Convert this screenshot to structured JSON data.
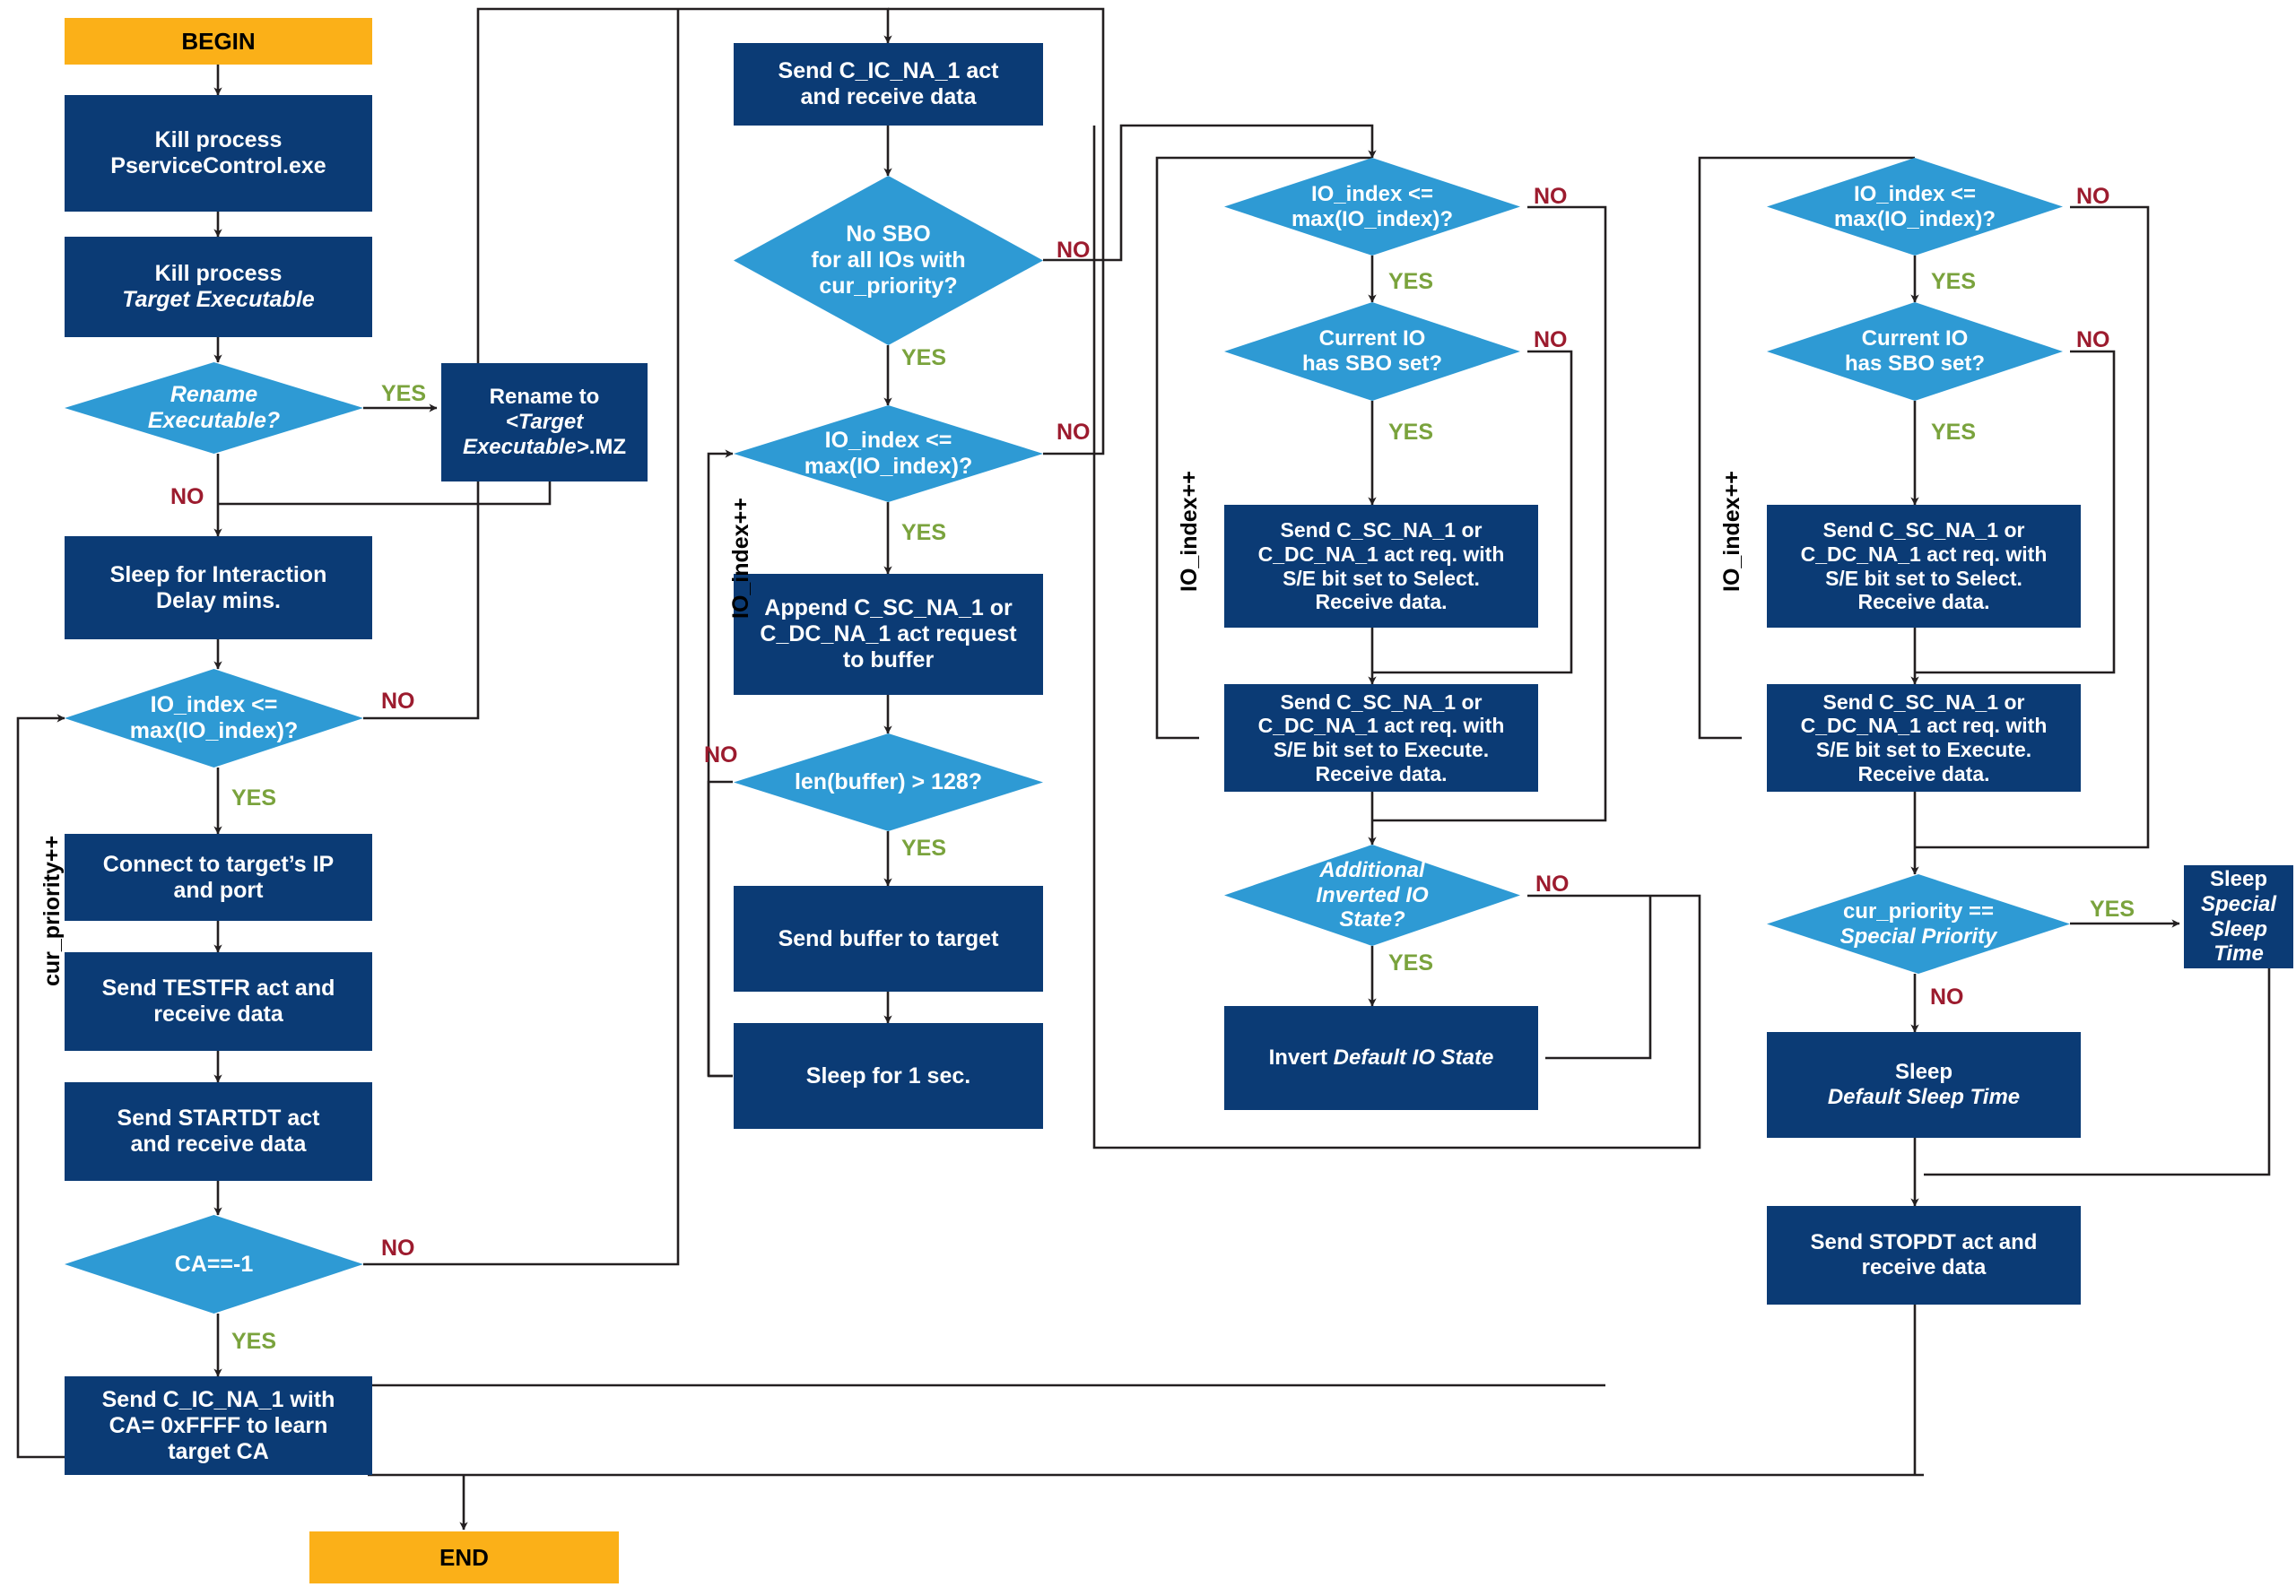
{
  "diagram": {
    "title": "IEC 60870-5-104 attack tool control flow",
    "colors": {
      "process_fill": "#0b3b75",
      "decision_fill": "#2e9ad4",
      "terminator_fill": "#fbb018",
      "no_label": "#9c1b2e",
      "yes_label": "#7aa33d",
      "edge": "#231f20",
      "background": "#ffffff"
    },
    "edge_labels": {
      "yes": "YES",
      "no": "NO"
    },
    "loop_labels": {
      "cur_priority": "cur_priority++",
      "io_index": "IO_index++"
    },
    "nodes": {
      "begin": {
        "kind": "terminator",
        "text": "BEGIN"
      },
      "kill_pservice": {
        "kind": "process",
        "line1": "Kill process",
        "line2": "PserviceControl.exe"
      },
      "kill_target": {
        "kind": "process",
        "line1": "Kill process",
        "line2": "Target Executable",
        "line2_italic": true
      },
      "rename_q": {
        "kind": "decision",
        "line1": "Rename",
        "line2": "Executable?",
        "italic": true
      },
      "rename_to": {
        "kind": "process",
        "line1": "Rename to",
        "line2": "<Target",
        "line3": "Executable>",
        "line3_suffix": ".MZ",
        "italic_lines": true
      },
      "sleep_interaction": {
        "kind": "process",
        "line1": "Sleep for Interaction",
        "line2": "Delay mins."
      },
      "io_index_q1": {
        "kind": "decision",
        "line1": "IO_index <=",
        "line2": "max(IO_index)?"
      },
      "connect": {
        "kind": "process",
        "line1": "Connect to target’s IP",
        "line2": "and port"
      },
      "testfr": {
        "kind": "process",
        "line1": "Send TESTFR act and",
        "line2": "receive data"
      },
      "startdt": {
        "kind": "process",
        "line1": "Send STARTDT act",
        "line2": "and receive data"
      },
      "ca_q": {
        "kind": "decision",
        "line1": "CA==-1"
      },
      "learn_ca": {
        "kind": "process",
        "line1": "Send C_IC_NA_1 with",
        "line2": "CA= 0xFFFF to learn",
        "line3": "target CA"
      },
      "end": {
        "kind": "terminator",
        "text": "END"
      },
      "send_cic": {
        "kind": "process",
        "line1": "Send C_IC_NA_1 act",
        "line2": "and receive data"
      },
      "no_sbo_q": {
        "kind": "decision",
        "line1": "No SBO",
        "line2": "for all IOs with",
        "line3": "cur_priority?"
      },
      "io_index_q2": {
        "kind": "decision",
        "line1": "IO_index <=",
        "line2": "max(IO_index)?"
      },
      "append_buf": {
        "kind": "process",
        "line1": "Append C_SC_NA_1 or",
        "line2": "C_DC_NA_1 act request",
        "line3": "to buffer"
      },
      "len_buf_q": {
        "kind": "decision",
        "line1": "len(buffer) > 128?"
      },
      "send_buf": {
        "kind": "process",
        "line1": "Send buffer to target"
      },
      "sleep_1s": {
        "kind": "process",
        "line1": "Sleep for 1 sec."
      },
      "io_index_q3": {
        "kind": "decision",
        "line1": "IO_index <=",
        "line2": "max(IO_index)?"
      },
      "sbo_set_q3": {
        "kind": "decision",
        "line1": "Current IO",
        "line2": "has SBO set?"
      },
      "select_3": {
        "kind": "process",
        "line1": "Send C_SC_NA_1 or",
        "line2": "C_DC_NA_1 act req. with",
        "line3": "S/E bit set to Select.",
        "line4": "Receive data."
      },
      "execute_3": {
        "kind": "process",
        "line1": "Send C_SC_NA_1 or",
        "line2": "C_DC_NA_1 act req. with",
        "line3": "S/E bit set to Execute.",
        "line4": "Receive data."
      },
      "addl_inv_q": {
        "kind": "decision",
        "line1": "Additional",
        "line2": "Inverted IO",
        "line3": "State?",
        "italic": true
      },
      "invert_state": {
        "kind": "process",
        "line1_plain": "Invert ",
        "line1_italic": "Default IO State"
      },
      "io_index_q4": {
        "kind": "decision",
        "line1": "IO_index <=",
        "line2": "max(IO_index)?"
      },
      "sbo_set_q4": {
        "kind": "decision",
        "line1": "Current IO",
        "line2": "has SBO set?"
      },
      "select_4": {
        "kind": "process",
        "line1": "Send C_SC_NA_1 or",
        "line2": "C_DC_NA_1 act req. with",
        "line3": "S/E bit set to Select.",
        "line4": "Receive data."
      },
      "execute_4": {
        "kind": "process",
        "line1": "Send C_SC_NA_1 or",
        "line2": "C_DC_NA_1 act req. with",
        "line3": "S/E bit set to Execute.",
        "line4": "Receive data."
      },
      "special_prio_q": {
        "kind": "decision",
        "line1": "cur_priority ==",
        "line2": "Special Priority",
        "line2_italic": true
      },
      "sleep_special": {
        "kind": "process",
        "line1": "Sleep",
        "line2": "Special Sleep",
        "line3": "Time",
        "italic_tail": true
      },
      "sleep_default": {
        "kind": "process",
        "line1": "Sleep",
        "line2": "Default Sleep Time",
        "line2_italic": true
      },
      "stopdt": {
        "kind": "process",
        "line1": "Send STOPDT act and",
        "line2": "receive data"
      }
    }
  }
}
